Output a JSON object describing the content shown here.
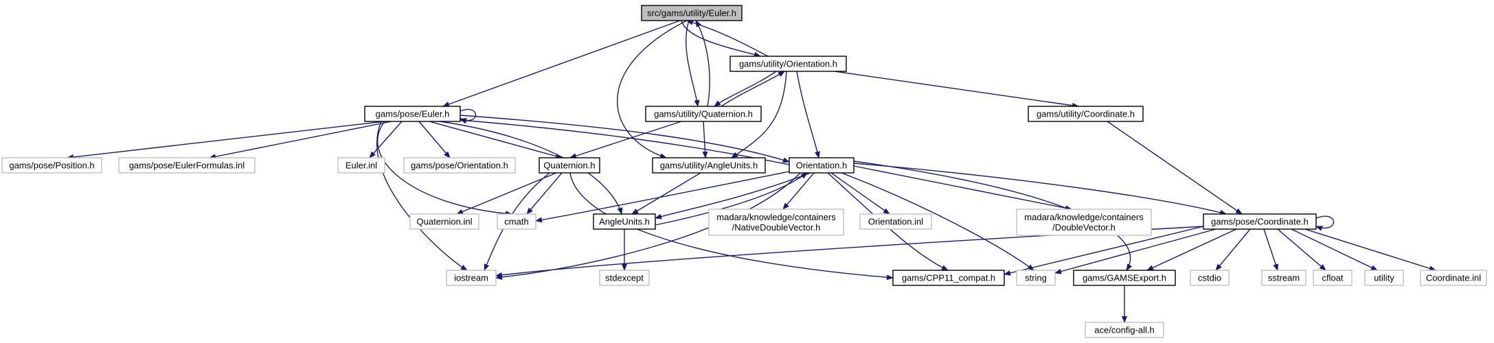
{
  "colors": {
    "edge": "#191970",
    "root_fill": "#bfbfbf",
    "documented_border": "#000000",
    "undocumented_border": "#bfbfbf",
    "undocumented_text": "#7f7f7f"
  },
  "nodes": [
    {
      "id": "root",
      "lines": [
        "src/gams/utility/Euler.h"
      ],
      "kind": "root"
    },
    {
      "id": "util_orient",
      "lines": [
        "gams/utility/Orientation.h"
      ],
      "kind": "documented"
    },
    {
      "id": "util_quat",
      "lines": [
        "gams/utility/Quaternion.h"
      ],
      "kind": "documented"
    },
    {
      "id": "util_coord",
      "lines": [
        "gams/utility/Coordinate.h"
      ],
      "kind": "documented"
    },
    {
      "id": "pose_euler",
      "lines": [
        "gams/pose/Euler.h"
      ],
      "kind": "documented"
    },
    {
      "id": "util_angle",
      "lines": [
        "gams/utility/AngleUnits.h"
      ],
      "kind": "documented"
    },
    {
      "id": "orient",
      "lines": [
        "Orientation.h"
      ],
      "kind": "documented"
    },
    {
      "id": "quat",
      "lines": [
        "Quaternion.h"
      ],
      "kind": "documented"
    },
    {
      "id": "angle",
      "lines": [
        "AngleUnits.h"
      ],
      "kind": "documented"
    },
    {
      "id": "pose_coord",
      "lines": [
        "gams/pose/Coordinate.h"
      ],
      "kind": "documented"
    },
    {
      "id": "cpp11",
      "lines": [
        "gams/CPP11_compat.h"
      ],
      "kind": "documented"
    },
    {
      "id": "gamsexport",
      "lines": [
        "gams/GAMSExport.h"
      ],
      "kind": "documented"
    },
    {
      "id": "pose_position",
      "lines": [
        "gams/pose/Position.h"
      ],
      "kind": "undocumented"
    },
    {
      "id": "euler_formulas",
      "lines": [
        "gams/pose/EulerFormulas.inl"
      ],
      "kind": "undocumented"
    },
    {
      "id": "euler_inl",
      "lines": [
        "Euler.inl"
      ],
      "kind": "undocumented"
    },
    {
      "id": "pose_orient",
      "lines": [
        "gams/pose/Orientation.h"
      ],
      "kind": "undocumented"
    },
    {
      "id": "quat_inl",
      "lines": [
        "Quaternion.inl"
      ],
      "kind": "undocumented"
    },
    {
      "id": "cmath",
      "lines": [
        "cmath"
      ],
      "kind": "undocumented"
    },
    {
      "id": "iostream",
      "lines": [
        "iostream"
      ],
      "kind": "undocumented"
    },
    {
      "id": "stdexcept",
      "lines": [
        "stdexcept"
      ],
      "kind": "undocumented"
    },
    {
      "id": "native_dv",
      "lines": [
        "madara/knowledge/containers",
        "/NativeDoubleVector.h"
      ],
      "kind": "undocumented"
    },
    {
      "id": "orient_inl",
      "lines": [
        "Orientation.inl"
      ],
      "kind": "undocumented"
    },
    {
      "id": "double_vec",
      "lines": [
        "madara/knowledge/containers",
        "/DoubleVector.h"
      ],
      "kind": "undocumented"
    },
    {
      "id": "string",
      "lines": [
        "string"
      ],
      "kind": "undocumented"
    },
    {
      "id": "cstdio",
      "lines": [
        "cstdio"
      ],
      "kind": "undocumented"
    },
    {
      "id": "sstream",
      "lines": [
        "sstream"
      ],
      "kind": "undocumented"
    },
    {
      "id": "cfloat",
      "lines": [
        "cfloat"
      ],
      "kind": "undocumented"
    },
    {
      "id": "utility",
      "lines": [
        "utility"
      ],
      "kind": "undocumented"
    },
    {
      "id": "coord_inl",
      "lines": [
        "Coordinate.inl"
      ],
      "kind": "undocumented"
    },
    {
      "id": "ace_config",
      "lines": [
        "ace/config-all.h"
      ],
      "kind": "undocumented"
    }
  ],
  "edges": [
    [
      "root",
      "util_orient"
    ],
    [
      "util_orient",
      "root"
    ],
    [
      "root",
      "util_quat"
    ],
    [
      "util_quat",
      "root"
    ],
    [
      "root",
      "pose_euler"
    ],
    [
      "root",
      "util_angle"
    ],
    [
      "util_orient",
      "util_quat"
    ],
    [
      "util_quat",
      "util_orient"
    ],
    [
      "util_orient",
      "util_coord"
    ],
    [
      "util_orient",
      "util_angle"
    ],
    [
      "util_orient",
      "orient"
    ],
    [
      "util_quat",
      "quat"
    ],
    [
      "util_quat",
      "util_angle"
    ],
    [
      "util_coord",
      "pose_coord"
    ],
    [
      "pose_euler",
      "pose_euler"
    ],
    [
      "pose_euler",
      "pose_position"
    ],
    [
      "pose_euler",
      "euler_formulas"
    ],
    [
      "pose_euler",
      "euler_inl"
    ],
    [
      "pose_euler",
      "pose_orient"
    ],
    [
      "pose_euler",
      "quat"
    ],
    [
      "pose_euler",
      "angle"
    ],
    [
      "pose_euler",
      "orient"
    ],
    [
      "pose_euler",
      "cmath"
    ],
    [
      "pose_euler",
      "iostream"
    ],
    [
      "orient",
      "pose_euler"
    ],
    [
      "quat",
      "quat_inl"
    ],
    [
      "quat",
      "cmath"
    ],
    [
      "quat",
      "iostream"
    ],
    [
      "quat",
      "cpp11"
    ],
    [
      "util_angle",
      "angle"
    ],
    [
      "orient",
      "angle"
    ],
    [
      "angle",
      "orient"
    ],
    [
      "angle",
      "stdexcept"
    ],
    [
      "orient",
      "cmath"
    ],
    [
      "orient",
      "iostream"
    ],
    [
      "orient",
      "native_dv"
    ],
    [
      "orient",
      "orient_inl"
    ],
    [
      "orient",
      "double_vec"
    ],
    [
      "orient",
      "pose_coord"
    ],
    [
      "orient",
      "cpp11"
    ],
    [
      "orient",
      "string"
    ],
    [
      "orient",
      "gamsexport"
    ],
    [
      "pose_coord",
      "pose_coord"
    ],
    [
      "pose_coord",
      "iostream"
    ],
    [
      "pose_coord",
      "cpp11"
    ],
    [
      "pose_coord",
      "string"
    ],
    [
      "pose_coord",
      "gamsexport"
    ],
    [
      "pose_coord",
      "cstdio"
    ],
    [
      "pose_coord",
      "sstream"
    ],
    [
      "pose_coord",
      "cfloat"
    ],
    [
      "pose_coord",
      "utility"
    ],
    [
      "pose_coord",
      "coord_inl"
    ],
    [
      "gamsexport",
      "ace_config"
    ]
  ]
}
